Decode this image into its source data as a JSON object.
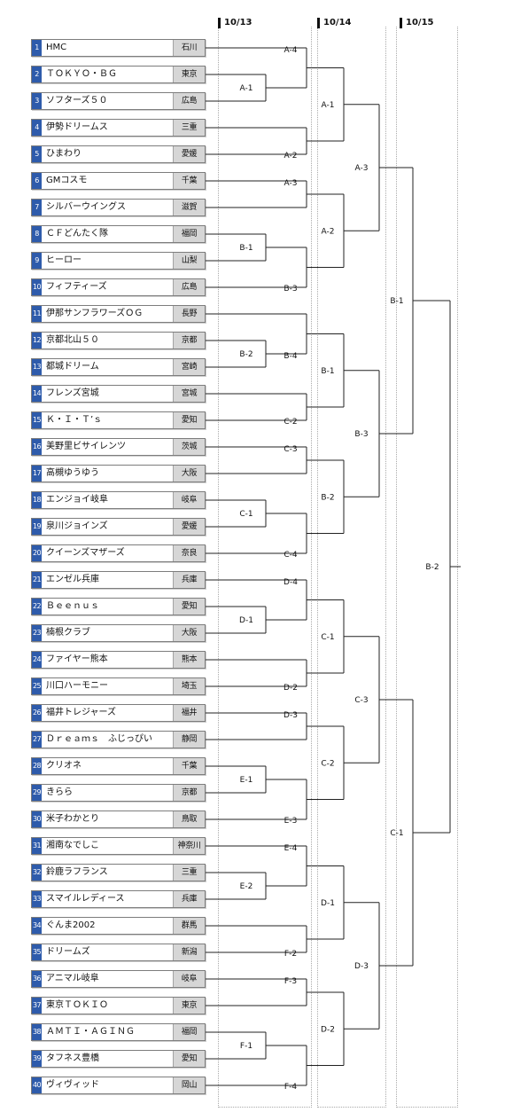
{
  "days": [
    "10/13",
    "10/14",
    "10/15"
  ],
  "teams": [
    {
      "num": "1",
      "name": "HMC",
      "pref": "石川"
    },
    {
      "num": "2",
      "name": "ＴＯＫＹＯ・ＢＧ",
      "pref": "東京"
    },
    {
      "num": "3",
      "name": "ソフターズ５０",
      "pref": "広島"
    },
    {
      "num": "4",
      "name": "伊勢ドリームス",
      "pref": "三重"
    },
    {
      "num": "5",
      "name": "ひまわり",
      "pref": "愛媛"
    },
    {
      "num": "6",
      "name": "GMコスモ",
      "pref": "千葉"
    },
    {
      "num": "7",
      "name": "シルバーウイングス",
      "pref": "滋賀"
    },
    {
      "num": "8",
      "name": "ＣＦどんたく隊",
      "pref": "福岡"
    },
    {
      "num": "9",
      "name": "ヒーロー",
      "pref": "山梨"
    },
    {
      "num": "10",
      "name": "フィフティーズ",
      "pref": "広島"
    },
    {
      "num": "11",
      "name": "伊那サンフラワーズＯＧ",
      "pref": "長野"
    },
    {
      "num": "12",
      "name": "京都北山５０",
      "pref": "京都"
    },
    {
      "num": "13",
      "name": "都城ドリーム",
      "pref": "宮崎"
    },
    {
      "num": "14",
      "name": "フレンズ宮城",
      "pref": "宮城"
    },
    {
      "num": "15",
      "name": "Ｋ・Ｉ・Ｔ’ｓ",
      "pref": "愛知"
    },
    {
      "num": "16",
      "name": "美野里ビサイレンツ",
      "pref": "茨城"
    },
    {
      "num": "17",
      "name": "高槻ゆうゆう",
      "pref": "大阪"
    },
    {
      "num": "18",
      "name": "エンジョイ岐阜",
      "pref": "岐阜"
    },
    {
      "num": "19",
      "name": "泉川ジョインズ",
      "pref": "愛媛"
    },
    {
      "num": "20",
      "name": "クイーンズマザーズ",
      "pref": "奈良"
    },
    {
      "num": "21",
      "name": "エンゼル兵庫",
      "pref": "兵庫"
    },
    {
      "num": "22",
      "name": "Ｂｅｅｎｕｓ",
      "pref": "愛知"
    },
    {
      "num": "23",
      "name": "楠根クラブ",
      "pref": "大阪"
    },
    {
      "num": "24",
      "name": "ファイヤー熊本",
      "pref": "熊本"
    },
    {
      "num": "25",
      "name": "川口ハーモニー",
      "pref": "埼玉"
    },
    {
      "num": "26",
      "name": "福井トレジャーズ",
      "pref": "福井"
    },
    {
      "num": "27",
      "name": "Ｄｒｅａｍｓ　ふじっぴい",
      "pref": "静岡"
    },
    {
      "num": "28",
      "name": "クリオネ",
      "pref": "千葉"
    },
    {
      "num": "29",
      "name": "きらら",
      "pref": "京都"
    },
    {
      "num": "30",
      "name": "米子わかとり",
      "pref": "鳥取"
    },
    {
      "num": "31",
      "name": "湘南なでしこ",
      "pref": "神奈川"
    },
    {
      "num": "32",
      "name": "鈴鹿ラフランス",
      "pref": "三重"
    },
    {
      "num": "33",
      "name": "スマイルレディース",
      "pref": "兵庫"
    },
    {
      "num": "34",
      "name": "ぐんま2002",
      "pref": "群馬"
    },
    {
      "num": "35",
      "name": "ドリームズ",
      "pref": "新潟"
    },
    {
      "num": "36",
      "name": "アニマル岐阜",
      "pref": "岐阜"
    },
    {
      "num": "37",
      "name": "東京ＴＯＫＩＯ",
      "pref": "東京"
    },
    {
      "num": "38",
      "name": "ＡＭＴＩ・ＡＧＩＮＧ",
      "pref": "福岡"
    },
    {
      "num": "39",
      "name": "タフネス豊橋",
      "pref": "愛知"
    },
    {
      "num": "40",
      "name": "ヴィヴィッド",
      "pref": "岡山"
    }
  ],
  "matches": {
    "round0": [
      "A-1",
      "B-1",
      "B-2",
      "C-1",
      "D-1",
      "E-1",
      "E-2",
      "F-1"
    ],
    "round1": [
      "A-4",
      "A-2",
      "A-3",
      "B-3",
      "B-4",
      "C-2",
      "C-3",
      "C-4",
      "D-4",
      "D-2",
      "D-3",
      "E-3",
      "E-4",
      "F-2",
      "F-3",
      "F-4"
    ],
    "round2": [
      "A-1",
      "A-2",
      "B-1",
      "B-2",
      "C-1",
      "C-2",
      "D-1",
      "D-2"
    ],
    "round3": [
      "A-3",
      "B-3",
      "C-3",
      "D-3"
    ],
    "round4": [
      "B-1",
      "C-1"
    ],
    "final": "B-2"
  },
  "colors": {
    "number_badge": "#2e5bab",
    "pref_bg": "#d6d6d6",
    "line": "#222222"
  }
}
